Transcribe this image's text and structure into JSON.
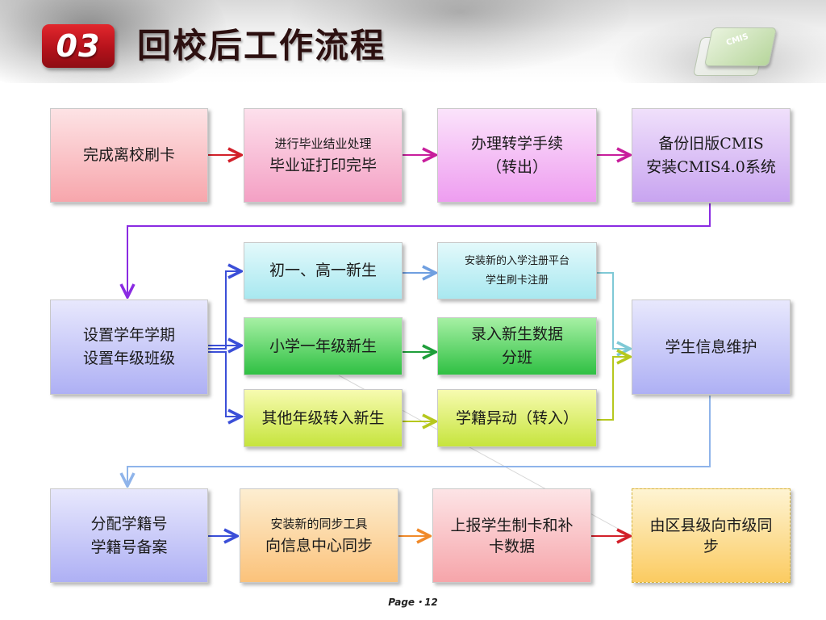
{
  "header": {
    "section_number": "03",
    "title": "回校后工作流程",
    "logo_text": "CMIS"
  },
  "boxes": {
    "b1": [
      "完成离校刷卡"
    ],
    "b2": [
      "进行毕业结业处理",
      "毕业证打印完毕"
    ],
    "b3": [
      "办理转学手续",
      "（转出）"
    ],
    "b4": [
      "备份旧版CMIS",
      "安装CMIS4.0系统"
    ],
    "b5": [
      "设置学年学期",
      "设置年级班级"
    ],
    "b6": [
      "初一、高一新生"
    ],
    "b7": [
      "安装新的入学注册平台",
      "学生刷卡注册"
    ],
    "b8": [
      "小学一年级新生"
    ],
    "b9": [
      "录入新生数据",
      "分班"
    ],
    "b10": [
      "其他年级转入新生"
    ],
    "b11": [
      "学籍异动（转入）"
    ],
    "b12": [
      "学生信息维护"
    ],
    "b13": [
      "分配学籍号",
      "学籍号备案"
    ],
    "b14": [
      "安装新的同步工具",
      "向信息中心同步"
    ],
    "b15": [
      "上报学生制卡和补卡数据"
    ],
    "b16": [
      "由区县级向市级同步"
    ]
  },
  "footer": {
    "page": "Page・12"
  },
  "colors": {
    "accent_red": "#c0141c",
    "arrow_red": "#d2202a",
    "arrow_magenta": "#c81e9c",
    "arrow_violet": "#8a2be2",
    "arrow_blue": "#3b4fd8",
    "arrow_green": "#1e9e3a",
    "arrow_lime": "#b6c81e",
    "arrow_orange": "#f08a2a"
  }
}
